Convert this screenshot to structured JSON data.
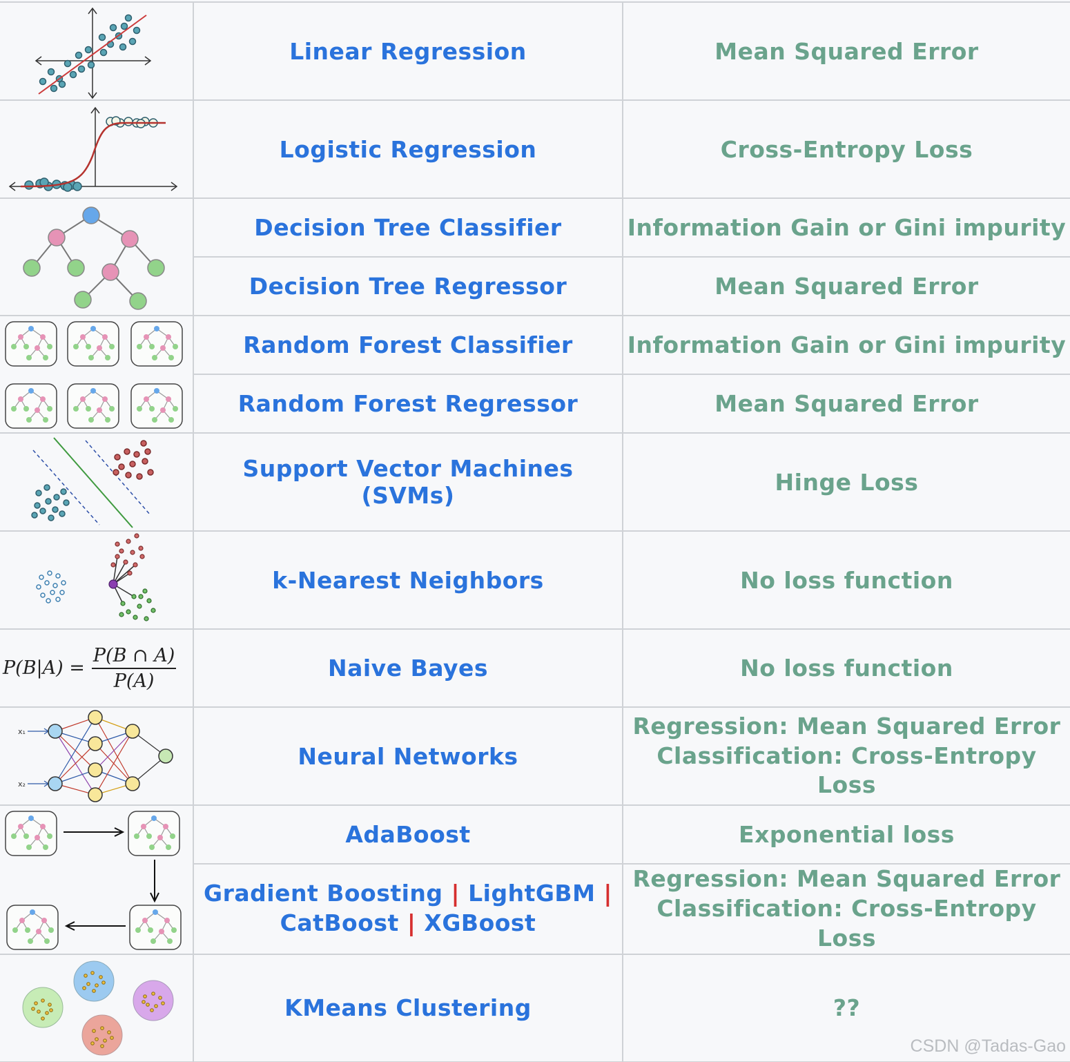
{
  "rows": [
    {
      "algorithm": "Linear Regression",
      "loss": "Mean Squared Error"
    },
    {
      "algorithm": "Logistic Regression",
      "loss": "Cross-Entropy Loss"
    },
    {
      "algorithm": "Decision Tree Classifier",
      "loss": "Information Gain or Gini impurity"
    },
    {
      "algorithm": "Decision Tree Regressor",
      "loss": "Mean Squared Error"
    },
    {
      "algorithm": "Random Forest Classifier",
      "loss": "Information Gain or Gini impurity"
    },
    {
      "algorithm": "Random Forest Regressor",
      "loss": "Mean Squared Error"
    },
    {
      "algorithm": "Support Vector Machines (SVMs)",
      "loss": "Hinge Loss"
    },
    {
      "algorithm": "k-Nearest Neighbors",
      "loss": "No loss function"
    },
    {
      "algorithm": "Naive Bayes",
      "loss": "No loss function"
    },
    {
      "algorithm": "Neural Networks",
      "loss_line1": "Regression: Mean Squared Error",
      "loss_line2": "Classification: Cross-Entropy Loss"
    },
    {
      "algorithm": "AdaBoost",
      "loss": "Exponential loss"
    },
    {
      "algorithm_parts": [
        "Gradient Boosting",
        "|",
        "LightGBM",
        "|",
        "CatBoost",
        "|",
        "XGBoost"
      ],
      "loss_line1": "Regression: Mean Squared Error",
      "loss_line2": "Classification: Cross-Entropy Loss"
    },
    {
      "algorithm": "KMeans Clustering",
      "loss": "??"
    }
  ],
  "formula": {
    "lhs": "P(B|A) =",
    "numerator": "P(B ∩ A)",
    "denominator": "P(A)"
  },
  "nn_inputs": [
    "x₁",
    "x₂"
  ],
  "watermark": "CSDN @Tadas-Gao",
  "colors": {
    "algorithm": "#2a73dc",
    "loss": "#6aa38c",
    "no_loss": "#d62f2f",
    "question": "#ef9a3c",
    "border": "#cfd2d6"
  }
}
